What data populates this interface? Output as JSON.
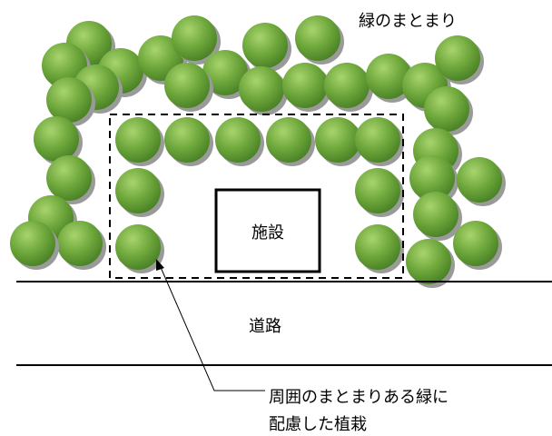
{
  "labels": {
    "greenery_cluster": "緑のまとまり",
    "facility": "施設",
    "road": "道路",
    "callout_line1": "周囲のまとまりある緑に",
    "callout_line2": "配慮した植栽"
  },
  "colors": {
    "tree_fill": "#6fa83c",
    "tree_highlight": "#a3d06a",
    "tree_shadow": "#9a9a9a",
    "line": "#000000"
  }
}
